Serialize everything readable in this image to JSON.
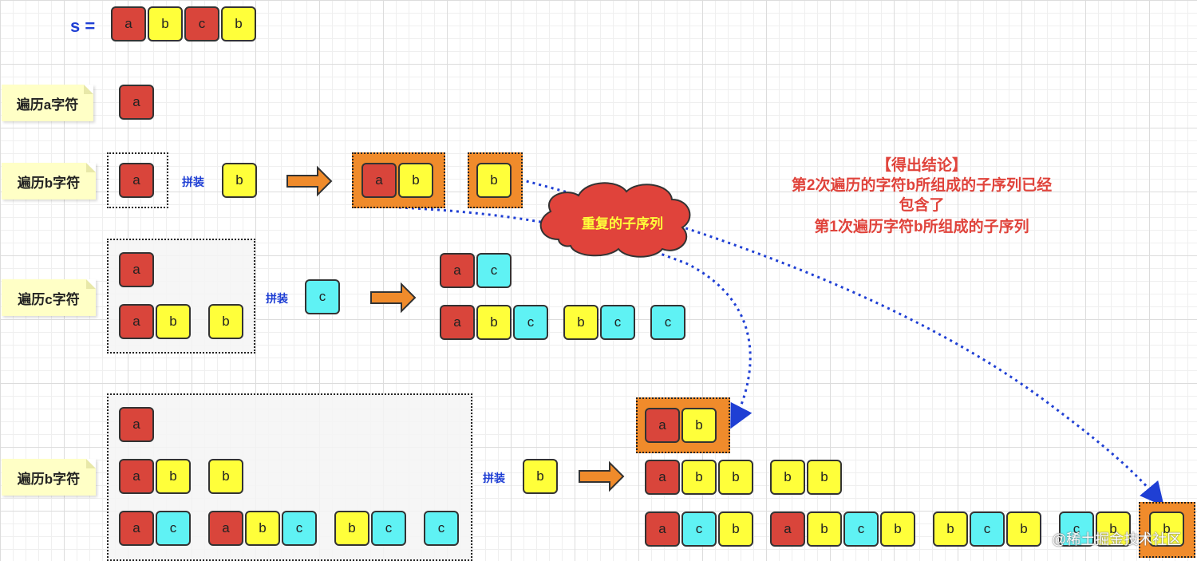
{
  "title_prefix": "s =",
  "labels": {
    "step1": "遍历a字符",
    "step2": "遍历b字符",
    "step3": "遍历c字符",
    "step4": "遍历b字符"
  },
  "join_label": "拼装",
  "cloud_text": "重复的子序列",
  "conclusion": {
    "line1": "【得出结论】",
    "line2": "第2次遍历的字符b所组成的子序列已经",
    "line3": "包含了",
    "line4": "第1次遍历字符b所组成的子序列"
  },
  "watermark": "@稀土掘金技术社区",
  "colors": {
    "a": "#d9453b",
    "b": "#ffff3a",
    "c": "#5ff2f4",
    "highlight": "#f08b2b",
    "arrow_blue": "#1f3fd4",
    "conclusion": "#e0433b"
  },
  "tiles": [
    "a",
    "b",
    "c",
    "b",
    "a",
    "a",
    "b",
    "a",
    "b",
    "b",
    "a",
    "a",
    "b",
    "b",
    "c",
    "a",
    "c",
    "a",
    "b",
    "c",
    "b",
    "c",
    "c",
    "a",
    "a",
    "b",
    "b",
    "a",
    "c",
    "a",
    "b",
    "c",
    "b",
    "c",
    "c",
    "b",
    "a",
    "b",
    "a",
    "b",
    "b",
    "b",
    "b",
    "a",
    "c",
    "b",
    "a",
    "b",
    "c",
    "b",
    "b",
    "c",
    "b",
    "c",
    "b",
    "b"
  ]
}
